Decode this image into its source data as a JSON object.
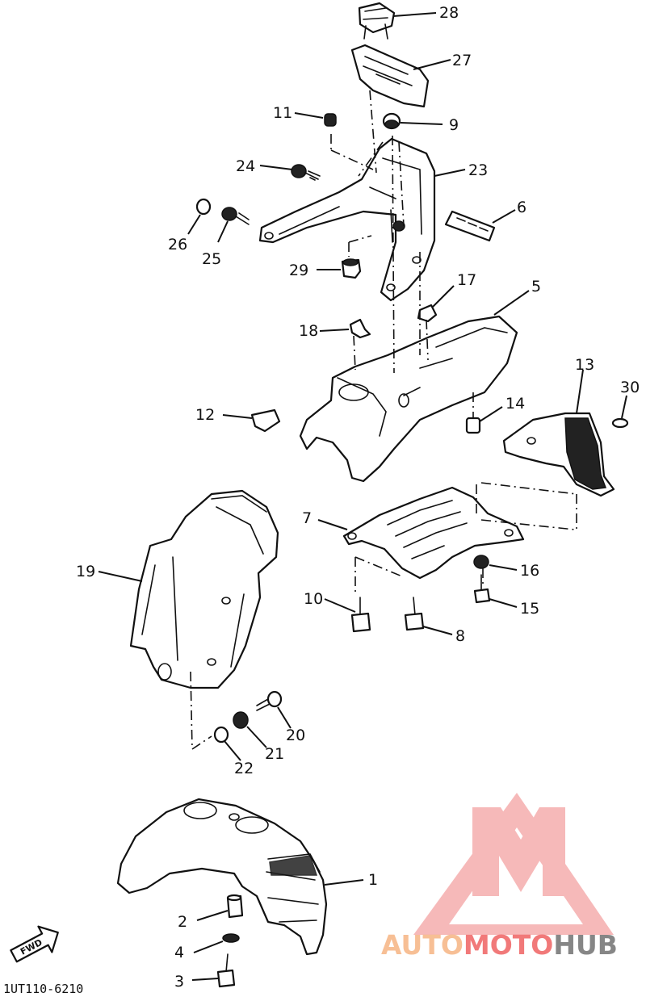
{
  "diagram": {
    "callouts": {
      "n1": "1",
      "n2": "2",
      "n3": "3",
      "n4": "4",
      "n5": "5",
      "n6": "6",
      "n7": "7",
      "n8": "8",
      "n9": "9",
      "n10": "10",
      "n11": "11",
      "n12": "12",
      "n13": "13",
      "n14": "14",
      "n15": "15",
      "n16": "16",
      "n17": "17",
      "n18": "18",
      "n19": "19",
      "n20": "20",
      "n21": "21",
      "n22": "22",
      "n23": "23",
      "n24": "24",
      "n25": "25",
      "n26": "26",
      "n27": "27",
      "n28": "28",
      "n29": "29",
      "n30": "30"
    },
    "figure_code": "1UT110-6210",
    "forward_arrow": "FWD"
  },
  "watermark": {
    "part1": "AUTO",
    "part2": "MOTO",
    "part3": "HUB",
    "color_light": "#f7b98a",
    "color_red": "#f06b6b",
    "color_grey": "#7a7a7a"
  }
}
